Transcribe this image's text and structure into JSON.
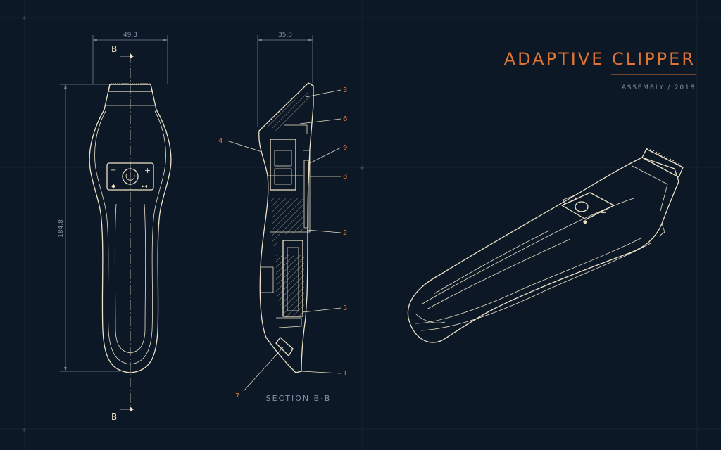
{
  "title": "ADAPTIVE CLIPPER",
  "subtitle": "ASSEMBLY / 2018",
  "front_view": {
    "width_dim": "49,3",
    "height_dim": "184,8",
    "section_mark_top": "B",
    "section_mark_bottom": "B"
  },
  "section_view": {
    "depth_dim": "35,8",
    "label": "SECTION B-B",
    "callouts": [
      "3",
      "6",
      "4",
      "9",
      "8",
      "2",
      "5",
      "1",
      "7"
    ]
  },
  "colors": {
    "background": "#0d1826",
    "line": "#ede1c6",
    "accent": "#e07533",
    "dimension": "#7f93a8"
  }
}
